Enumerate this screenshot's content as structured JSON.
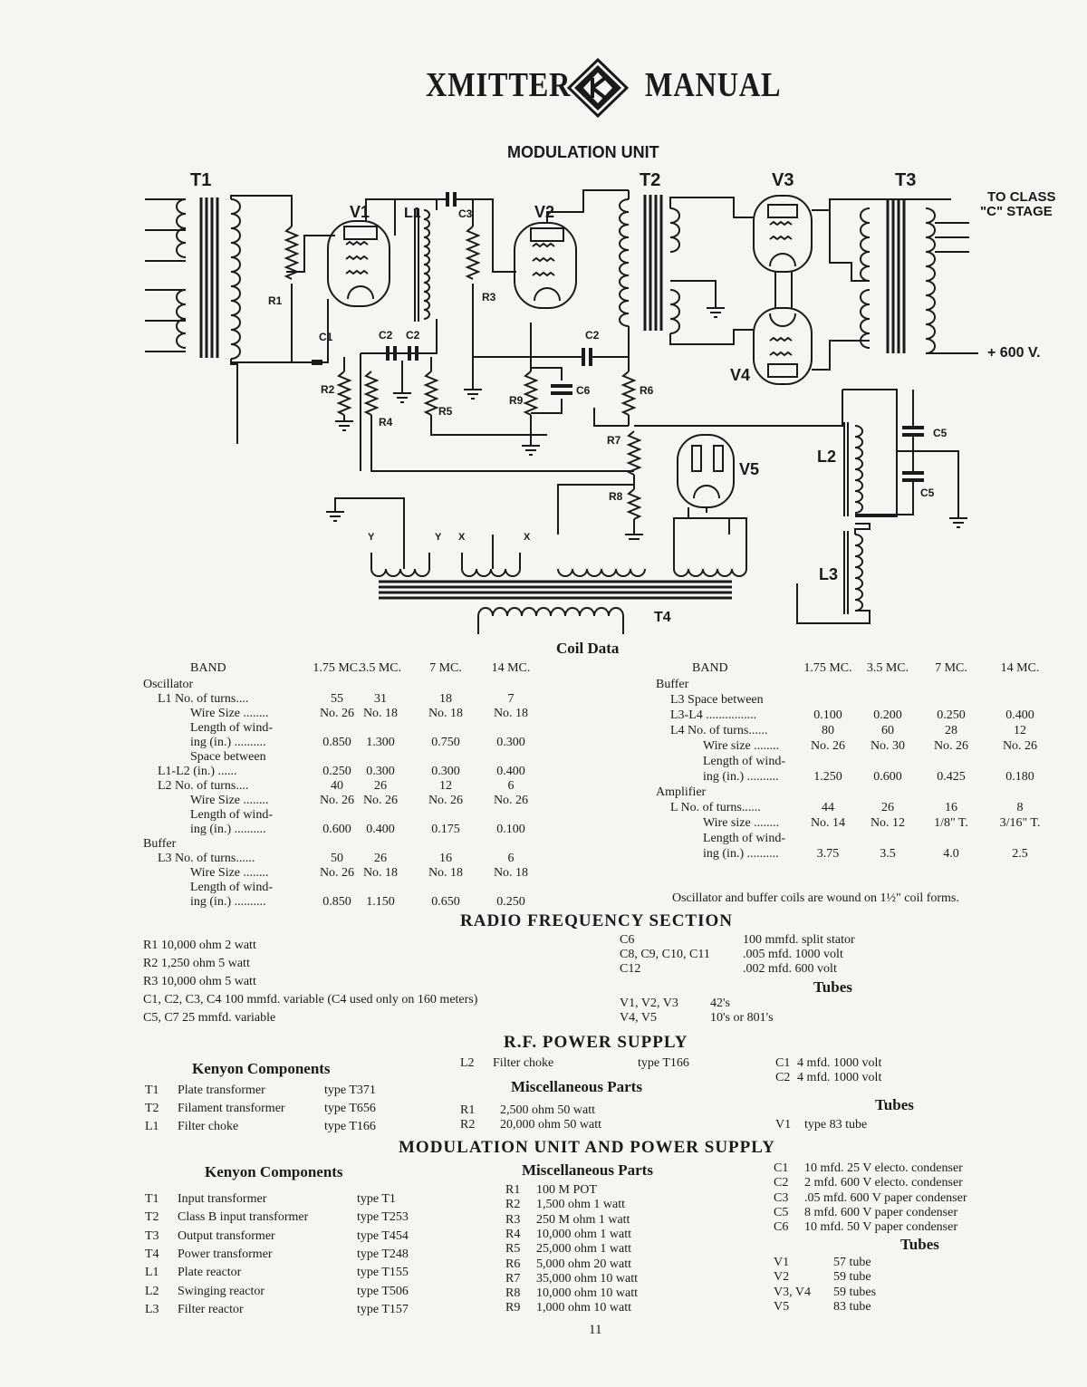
{
  "header": {
    "left": "XMITTER",
    "right": "MANUAL"
  },
  "schematic": {
    "title": "MODULATION UNIT",
    "labels": {
      "T1": "T1",
      "T2": "T2",
      "T3": "T3",
      "T4": "T4",
      "V1": "V1",
      "V2": "V2",
      "V3": "V3",
      "V4": "V4",
      "V5": "V5",
      "L1": "L1",
      "L2": "L2",
      "L3": "L3",
      "R1": "R1",
      "R2": "R2",
      "R3": "R3",
      "R4": "R4",
      "R5": "R5",
      "R6": "R6",
      "R7": "R7",
      "R8": "R8",
      "R9": "R9",
      "C1": "C1",
      "C2a": "C2",
      "C2b": "C2",
      "C2c": "C2",
      "C3": "C3",
      "C5a": "C5",
      "C5b": "C5",
      "C6": "C6",
      "to_class_1": "TO CLASS",
      "to_class_2": "\"C\" STAGE",
      "plus600": "+ 600 V.",
      "Y1": "Y",
      "Y2": "Y",
      "X1": "X",
      "X2": "X"
    }
  },
  "coil_data": {
    "title": "Coil Data",
    "left": {
      "header": [
        "BAND",
        "1.75 MC.",
        "3.5 MC.",
        "7 MC.",
        "14 MC."
      ],
      "rows": [
        [
          "Oscillator",
          "",
          "",
          "",
          ""
        ],
        [
          "L1   No. of turns....",
          "55",
          "31",
          "18",
          "7"
        ],
        [
          "Wire Size ........",
          "No. 26",
          "No. 18",
          "No. 18",
          "No. 18"
        ],
        [
          "Length of wind-",
          "",
          "",
          "",
          ""
        ],
        [
          "ing (in.) ..........",
          "0.850",
          "1.300",
          "0.750",
          "0.300"
        ],
        [
          "Space between",
          "",
          "",
          "",
          ""
        ],
        [
          "L1-L2 (in.) ......",
          "0.250",
          "0.300",
          "0.300",
          "0.400"
        ],
        [
          "L2   No. of turns....",
          "40",
          "26",
          "12",
          "6"
        ],
        [
          "Wire Size ........",
          "No. 26",
          "No. 26",
          "No. 26",
          "No. 26"
        ],
        [
          "Length of wind-",
          "",
          "",
          "",
          ""
        ],
        [
          "ing (in.) ..........",
          "0.600",
          "0.400",
          "0.175",
          "0.100"
        ],
        [
          "Buffer",
          "",
          "",
          "",
          ""
        ],
        [
          "L3   No. of turns......",
          "50",
          "26",
          "16",
          "6"
        ],
        [
          "Wire Size ........",
          "No. 26",
          "No. 18",
          "No. 18",
          "No. 18"
        ],
        [
          "Length of wind-",
          "",
          "",
          "",
          ""
        ],
        [
          "ing (in.) ..........",
          "0.850",
          "1.150",
          "0.650",
          "0.250"
        ]
      ]
    },
    "right": {
      "header": [
        "BAND",
        "1.75 MC.",
        "3.5 MC.",
        "7 MC.",
        "14 MC."
      ],
      "rows": [
        [
          "Buffer",
          "",
          "",
          "",
          ""
        ],
        [
          "L3   Space between",
          "",
          "",
          "",
          ""
        ],
        [
          "L3-L4 ................",
          "0.100",
          "0.200",
          "0.250",
          "0.400"
        ],
        [
          "L4   No. of turns......",
          "80",
          "60",
          "28",
          "12"
        ],
        [
          "Wire size ........",
          "No. 26",
          "No. 30",
          "No. 26",
          "No. 26"
        ],
        [
          "Length of wind-",
          "",
          "",
          "",
          ""
        ],
        [
          "ing (in.) ..........",
          "1.250",
          "0.600",
          "0.425",
          "0.180"
        ],
        [
          "Amplifier",
          "",
          "",
          "",
          ""
        ],
        [
          "L    No. of turns......",
          "44",
          "26",
          "16",
          "8"
        ],
        [
          "Wire size ........",
          "No. 14",
          "No. 12",
          "1/8\" T.",
          "3/16\" T."
        ],
        [
          "Length of wind-",
          "",
          "",
          "",
          ""
        ],
        [
          "ing (in.) ..........",
          "3.75",
          "3.5",
          "4.0",
          "2.5"
        ]
      ],
      "note": "Oscillator and buffer coils are wound on 1½\" coil forms."
    }
  },
  "rf_section": {
    "title": "RADIO FREQUENCY SECTION",
    "left_items": [
      "R1  10,000 ohm 2 watt",
      "R2    1,250 ohm 5 watt",
      "R3  10,000 ohm 5 watt",
      "C1, C2, C3, C4   100 mmfd. variable (C4 used only on 160 meters)",
      "C5, C7                    25 mmfd. variable"
    ],
    "right_items": [
      [
        "C6",
        "100 mmfd. split stator"
      ],
      [
        "C8, C9, C10, C11",
        ".005 mfd.  1000 volt"
      ],
      [
        "C12",
        ".002 mfd.   600 volt"
      ]
    ],
    "tubes_title": "Tubes",
    "tubes": [
      [
        "V1, V2, V3",
        "42's"
      ],
      [
        "V4, V5",
        "10's  or  801's"
      ]
    ]
  },
  "rf_power": {
    "title": "R.F. POWER SUPPLY",
    "kenyon_title": "Kenyon Components",
    "kenyon": [
      [
        "T1",
        "Plate transformer",
        "type T371"
      ],
      [
        "T2",
        "Filament transformer",
        "type T656"
      ],
      [
        "L1",
        "Filter choke",
        "type T166"
      ]
    ],
    "l2": [
      "L2",
      "Filter choke",
      "type T166"
    ],
    "misc_title": "Miscellaneous Parts",
    "misc": [
      [
        "R1",
        "2,500 ohm 50 watt"
      ],
      [
        "R2",
        "20,000 ohm 50 watt"
      ]
    ],
    "caps": [
      [
        "C1",
        "4 mfd. 1000 volt"
      ],
      [
        "C2",
        "4 mfd. 1000 volt"
      ]
    ],
    "tubes_title": "Tubes",
    "tubes": [
      [
        "V1",
        "type 83 tube"
      ]
    ]
  },
  "mod_power": {
    "title": "MODULATION UNIT AND POWER SUPPLY",
    "kenyon_title": "Kenyon Components",
    "kenyon": [
      [
        "T1",
        "Input transformer",
        "type T1"
      ],
      [
        "T2",
        "Class B input transformer",
        "type T253"
      ],
      [
        "T3",
        "Output transformer",
        "type T454"
      ],
      [
        "T4",
        "Power transformer",
        "type T248"
      ],
      [
        "L1",
        "Plate reactor",
        "type T155"
      ],
      [
        "L2",
        "Swinging reactor",
        "type T506"
      ],
      [
        "L3",
        "Filter reactor",
        "type T157"
      ]
    ],
    "misc_title": "Miscellaneous Parts",
    "misc": [
      [
        "R1",
        "100 M POT"
      ],
      [
        "R2",
        "1,500 ohm  1 watt"
      ],
      [
        "R3",
        "250 M ohm  1 watt"
      ],
      [
        "R4",
        "10,000 ohm   1 watt"
      ],
      [
        "R5",
        "25,000 ohm   1 watt"
      ],
      [
        "R6",
        "5,000 ohm 20 watt"
      ],
      [
        "R7",
        "35,000 ohm 10 watt"
      ],
      [
        "R8",
        "10,000 ohm 10 watt"
      ],
      [
        "R9",
        "1,000 ohm 10 watt"
      ]
    ],
    "caps": [
      [
        "C1",
        "10 mfd.  25 V electo. condenser"
      ],
      [
        "C2",
        "2 mfd. 600 V electo. condenser"
      ],
      [
        "C3",
        ".05 mfd. 600 V paper condenser"
      ],
      [
        "C5",
        "8 mfd. 600 V paper condenser"
      ],
      [
        "C6",
        "10 mfd.  50 V paper condenser"
      ]
    ],
    "tubes_title": "Tubes",
    "tubes": [
      [
        "V1",
        "57 tube"
      ],
      [
        "V2",
        "59 tube"
      ],
      [
        "V3, V4",
        "59 tubes"
      ],
      [
        "V5",
        "83 tube"
      ]
    ]
  },
  "page_number": "11"
}
